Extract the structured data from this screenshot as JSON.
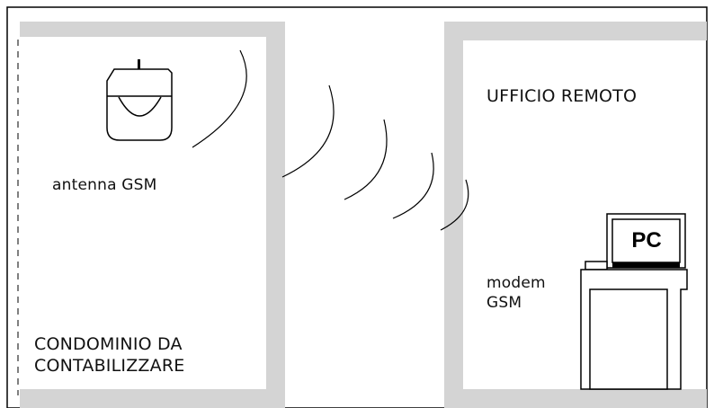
{
  "left_building": {
    "label_line1": "CONDOMINIO DA",
    "label_line2": "CONTABILIZZARE",
    "wall_color": "#d4d4d4"
  },
  "antenna": {
    "label": "antenna GSM",
    "icon": "gsm-antenna-icon"
  },
  "remote_office": {
    "label": "UFFICIO REMOTO",
    "wall_color": "#d4d4d4"
  },
  "modem": {
    "label_line1": "modem",
    "label_line2": "GSM",
    "icon": "modem-icon"
  },
  "pc": {
    "label": "PC",
    "icon": "computer-monitor-icon"
  },
  "signal": {
    "icon": "radio-wave-arcs"
  }
}
